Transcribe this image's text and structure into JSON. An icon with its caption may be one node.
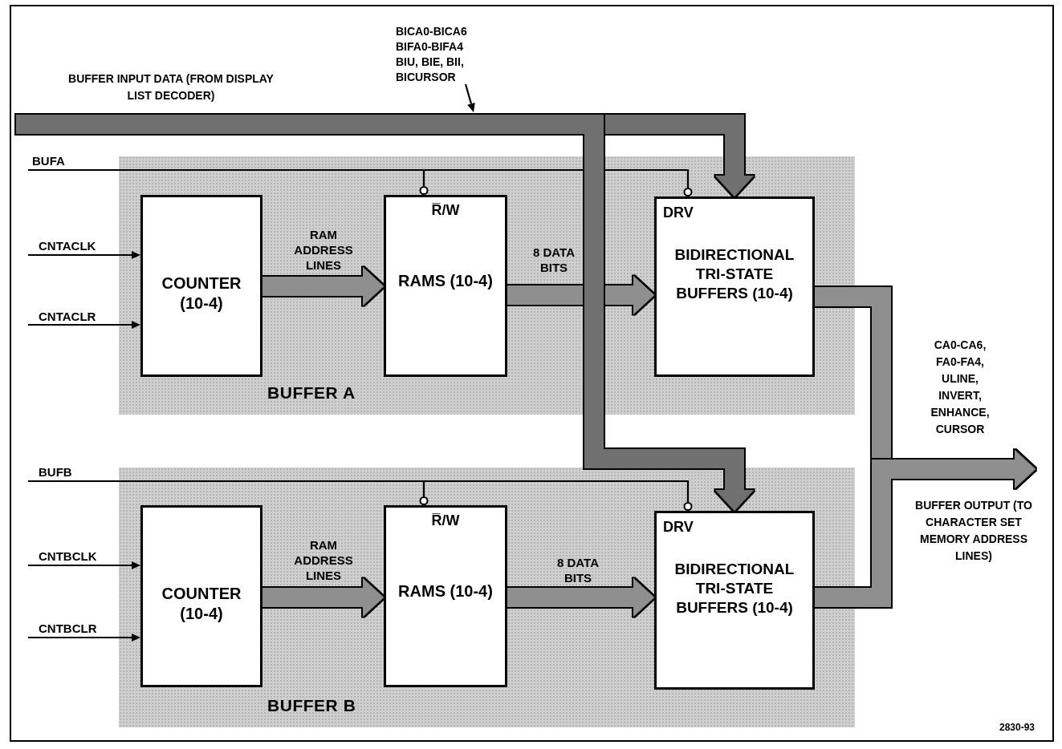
{
  "diagram": {
    "nodes": [
      {
        "text": [
          "BUFFER A"
        ]
      },
      {
        "text": [
          "COUNTER (10-4)"
        ],
        "in": 0
      },
      {
        "text": [
          "R̅/W",
          "RAMS (10-4)"
        ],
        "in": 0
      },
      {
        "text": [
          "DRV",
          "BIDIRECTIONAL TRI-STATE BUFFERS (10-4)"
        ],
        "in": 0
      },
      {
        "text": [
          "BUFFER B"
        ]
      },
      {
        "text": [
          "COUNTER (10-4)"
        ],
        "in": 4
      },
      {
        "text": [
          "R̅/W",
          "RAMS (10-4)"
        ],
        "in": 4
      },
      {
        "text": [
          "DRV",
          "BIDIRECTIONAL TRI-STATE BUFFERS (10-4)"
        ],
        "in": 4
      },
      {
        "text": [
          "BICA0-BICA6 BIFA0-BIFA4 BIU, BIE, BII, BICURSOR"
        ]
      }
    ],
    "edges": [
      {
        "from": null,
        "to": 2,
        "arrow": "other",
        "label": "BUFA"
      },
      {
        "from": null,
        "to": 3,
        "arrow": "other"
      },
      {
        "from": null,
        "to": 1,
        "arrow": "to",
        "label": "CNTACLK"
      },
      {
        "from": null,
        "to": 1,
        "arrow": "to",
        "label": "CNTACLR"
      },
      {
        "from": 1,
        "to": 2,
        "arrow": "to",
        "label": "RAM ADDRESS LINES",
        "style": "thick",
        "color": "#8f8f8f"
      },
      {
        "from": 2,
        "to": 3,
        "arrow": "to",
        "label": "8 DATA BITS",
        "style": "thick",
        "color": "#8f8f8f"
      },
      {
        "from": null,
        "to": 6,
        "arrow": "other",
        "label": "BUFB"
      },
      {
        "from": null,
        "to": 7,
        "arrow": "other"
      },
      {
        "from": null,
        "to": 5,
        "arrow": "to",
        "label": "CNTBCLK"
      },
      {
        "from": null,
        "to": 5,
        "arrow": "to",
        "label": "CNTBCLR"
      },
      {
        "from": 5,
        "to": 6,
        "arrow": "to",
        "label": "RAM ADDRESS LINES",
        "style": "thick",
        "color": "#8f8f8f"
      },
      {
        "from": 6,
        "to": 7,
        "arrow": "to",
        "label": "8 DATA BITS",
        "style": "thick",
        "color": "#8f8f8f"
      },
      {
        "from": null,
        "to": 3,
        "arrow": "to",
        "style": "thick",
        "color": "#707070"
      },
      {
        "from": null,
        "to": 7,
        "arrow": "to",
        "style": "thick",
        "color": "#707070"
      },
      {
        "from": 3,
        "to": null,
        "arrow": "to",
        "style": "thick",
        "color": "#8f8f8f"
      },
      {
        "from": 7,
        "to": null,
        "arrow": "to",
        "style": "thick",
        "color": "#8f8f8f"
      },
      {
        "from": 8,
        "to": null,
        "arrow": "to"
      }
    ],
    "labels": [
      "BUFFER INPUT DATA (FROM DISPLAY LIST DECODER)",
      "CA0-CA6, FA0-FA4, ULINE, INVERT, ENHANCE, CURSOR",
      "BUFFER OUTPUT (TO CHARACTER SET MEMORY ADDRESS LINES)",
      "2830-93"
    ]
  }
}
